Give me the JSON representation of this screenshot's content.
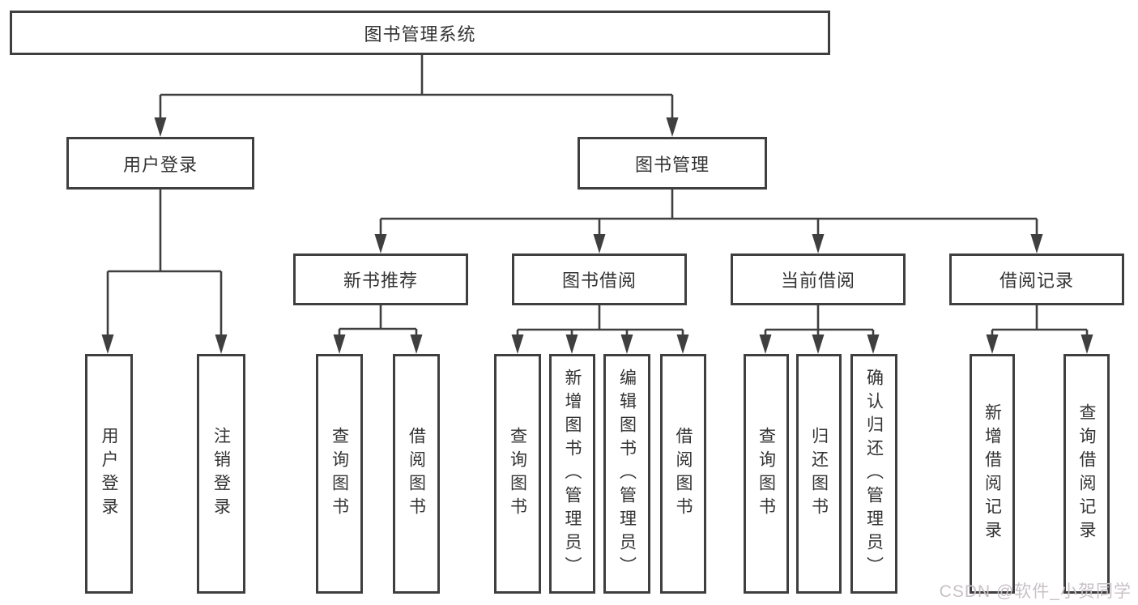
{
  "diagram": {
    "root": {
      "label": "图书管理系统"
    },
    "branches": [
      {
        "label": "用户登录",
        "children": [
          {
            "label": "用户登录"
          },
          {
            "label": "注销登录"
          }
        ]
      },
      {
        "label": "图书管理",
        "children": [
          {
            "label": "新书推荐",
            "children": [
              {
                "label": "查询图书"
              },
              {
                "label": "借阅图书"
              }
            ]
          },
          {
            "label": "图书借阅",
            "children": [
              {
                "label": "查询图书"
              },
              {
                "label": "新增图书（管理员）"
              },
              {
                "label": "编辑图书（管理员）"
              },
              {
                "label": "借阅图书"
              }
            ]
          },
          {
            "label": "当前借阅",
            "children": [
              {
                "label": "查询图书"
              },
              {
                "label": "归还图书"
              },
              {
                "label": "确认归还（管理员）"
              }
            ]
          },
          {
            "label": "借阅记录",
            "children": [
              {
                "label": "新增借阅记录"
              },
              {
                "label": "查询借阅记录"
              }
            ]
          }
        ]
      }
    ]
  },
  "watermark": {
    "text": "CSDN @软件_小贺同学"
  },
  "colors": {
    "line": "#3f3f3f",
    "text": "#333333",
    "watermark": "#c8c1c7",
    "background": "#ffffff"
  }
}
